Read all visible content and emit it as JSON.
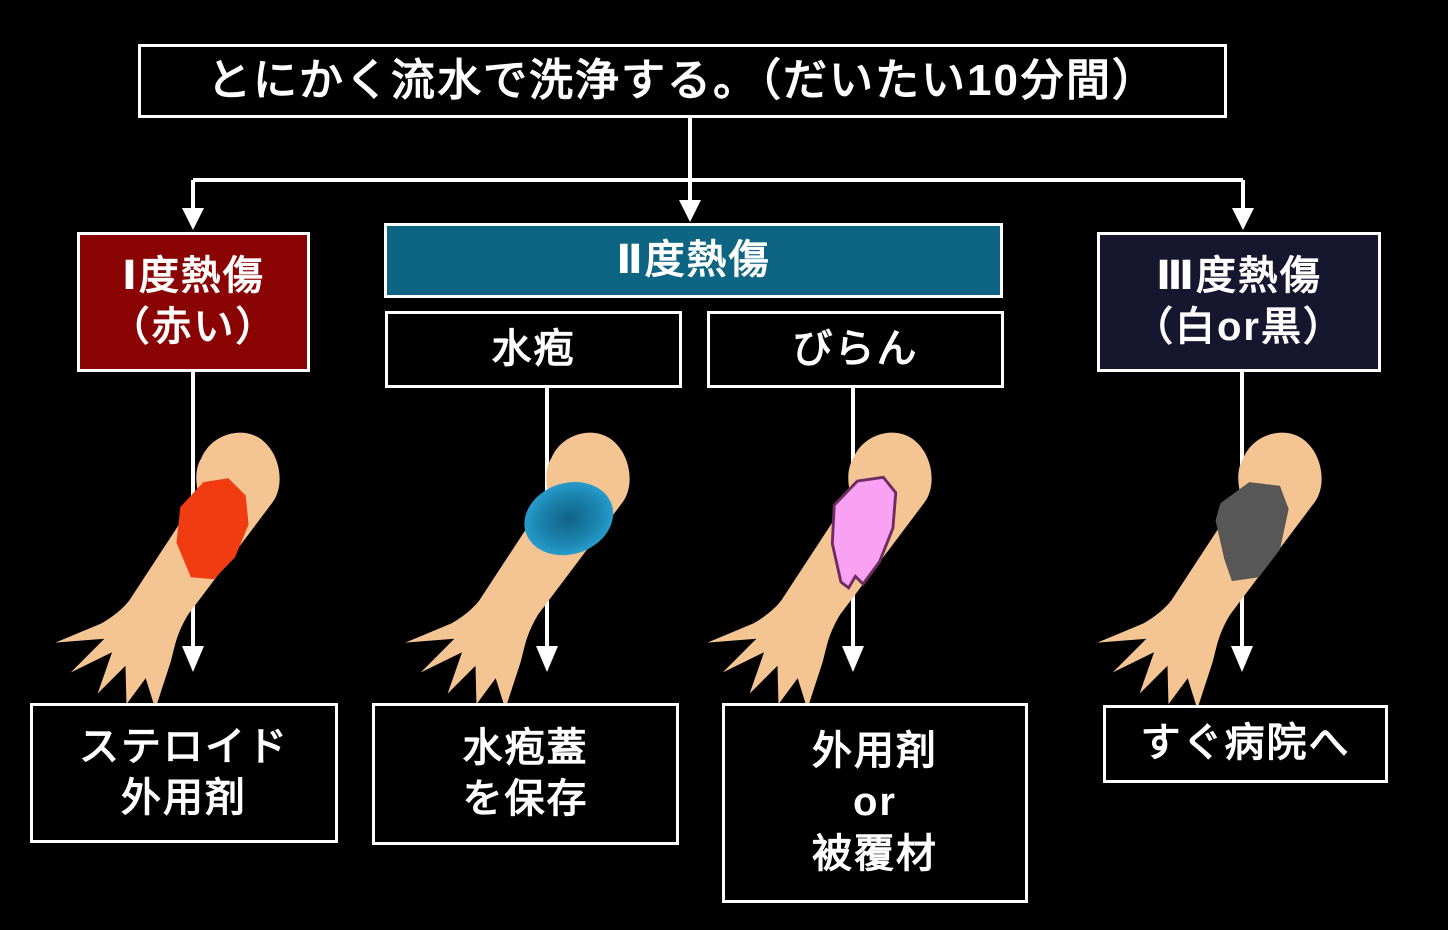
{
  "flowchart": {
    "title_hint": "burn first-aid flowchart",
    "root": {
      "label": "とにかく流水で洗浄する。（だいたい10分間）"
    },
    "categories": [
      {
        "id": "degree1",
        "line1": "Ⅰ度熱傷",
        "line2": "（赤い）",
        "bg": "#8B0404"
      },
      {
        "id": "degree2",
        "label": "Ⅱ度熱傷",
        "bg": "#0E6583",
        "subtypes": [
          {
            "label": "水疱"
          },
          {
            "label": "びらん"
          }
        ]
      },
      {
        "id": "degree3",
        "line1": "Ⅲ度熱傷",
        "line2": "（白or黒）",
        "bg": "#16162F"
      }
    ],
    "treatments": [
      {
        "lines": [
          "ステロイド",
          "外用剤"
        ]
      },
      {
        "lines": [
          "水疱蓋",
          "を保存"
        ]
      },
      {
        "lines": [
          "外用剤",
          "or",
          "被覆材"
        ]
      },
      {
        "lines": [
          "すぐ病院へ"
        ]
      }
    ],
    "arms": [
      {
        "name": "first-degree-arm",
        "burn_type": "redness",
        "burn_color": "#F03C10"
      },
      {
        "name": "second-degree-blister-arm",
        "burn_type": "blister",
        "burn_color": "#1E9CD0"
      },
      {
        "name": "second-degree-erosion-arm",
        "burn_type": "erosion",
        "burn_color": "#F9A1F2",
        "outline_color": "#6E2D62"
      },
      {
        "name": "third-degree-arm",
        "burn_type": "necrosis",
        "burn_color": "#575757"
      }
    ],
    "colors": {
      "background": "#000000",
      "line": "#FFFFFF",
      "border": "#FFFFFF",
      "skin": "#F5C493",
      "text": "#FFFFFF"
    }
  }
}
